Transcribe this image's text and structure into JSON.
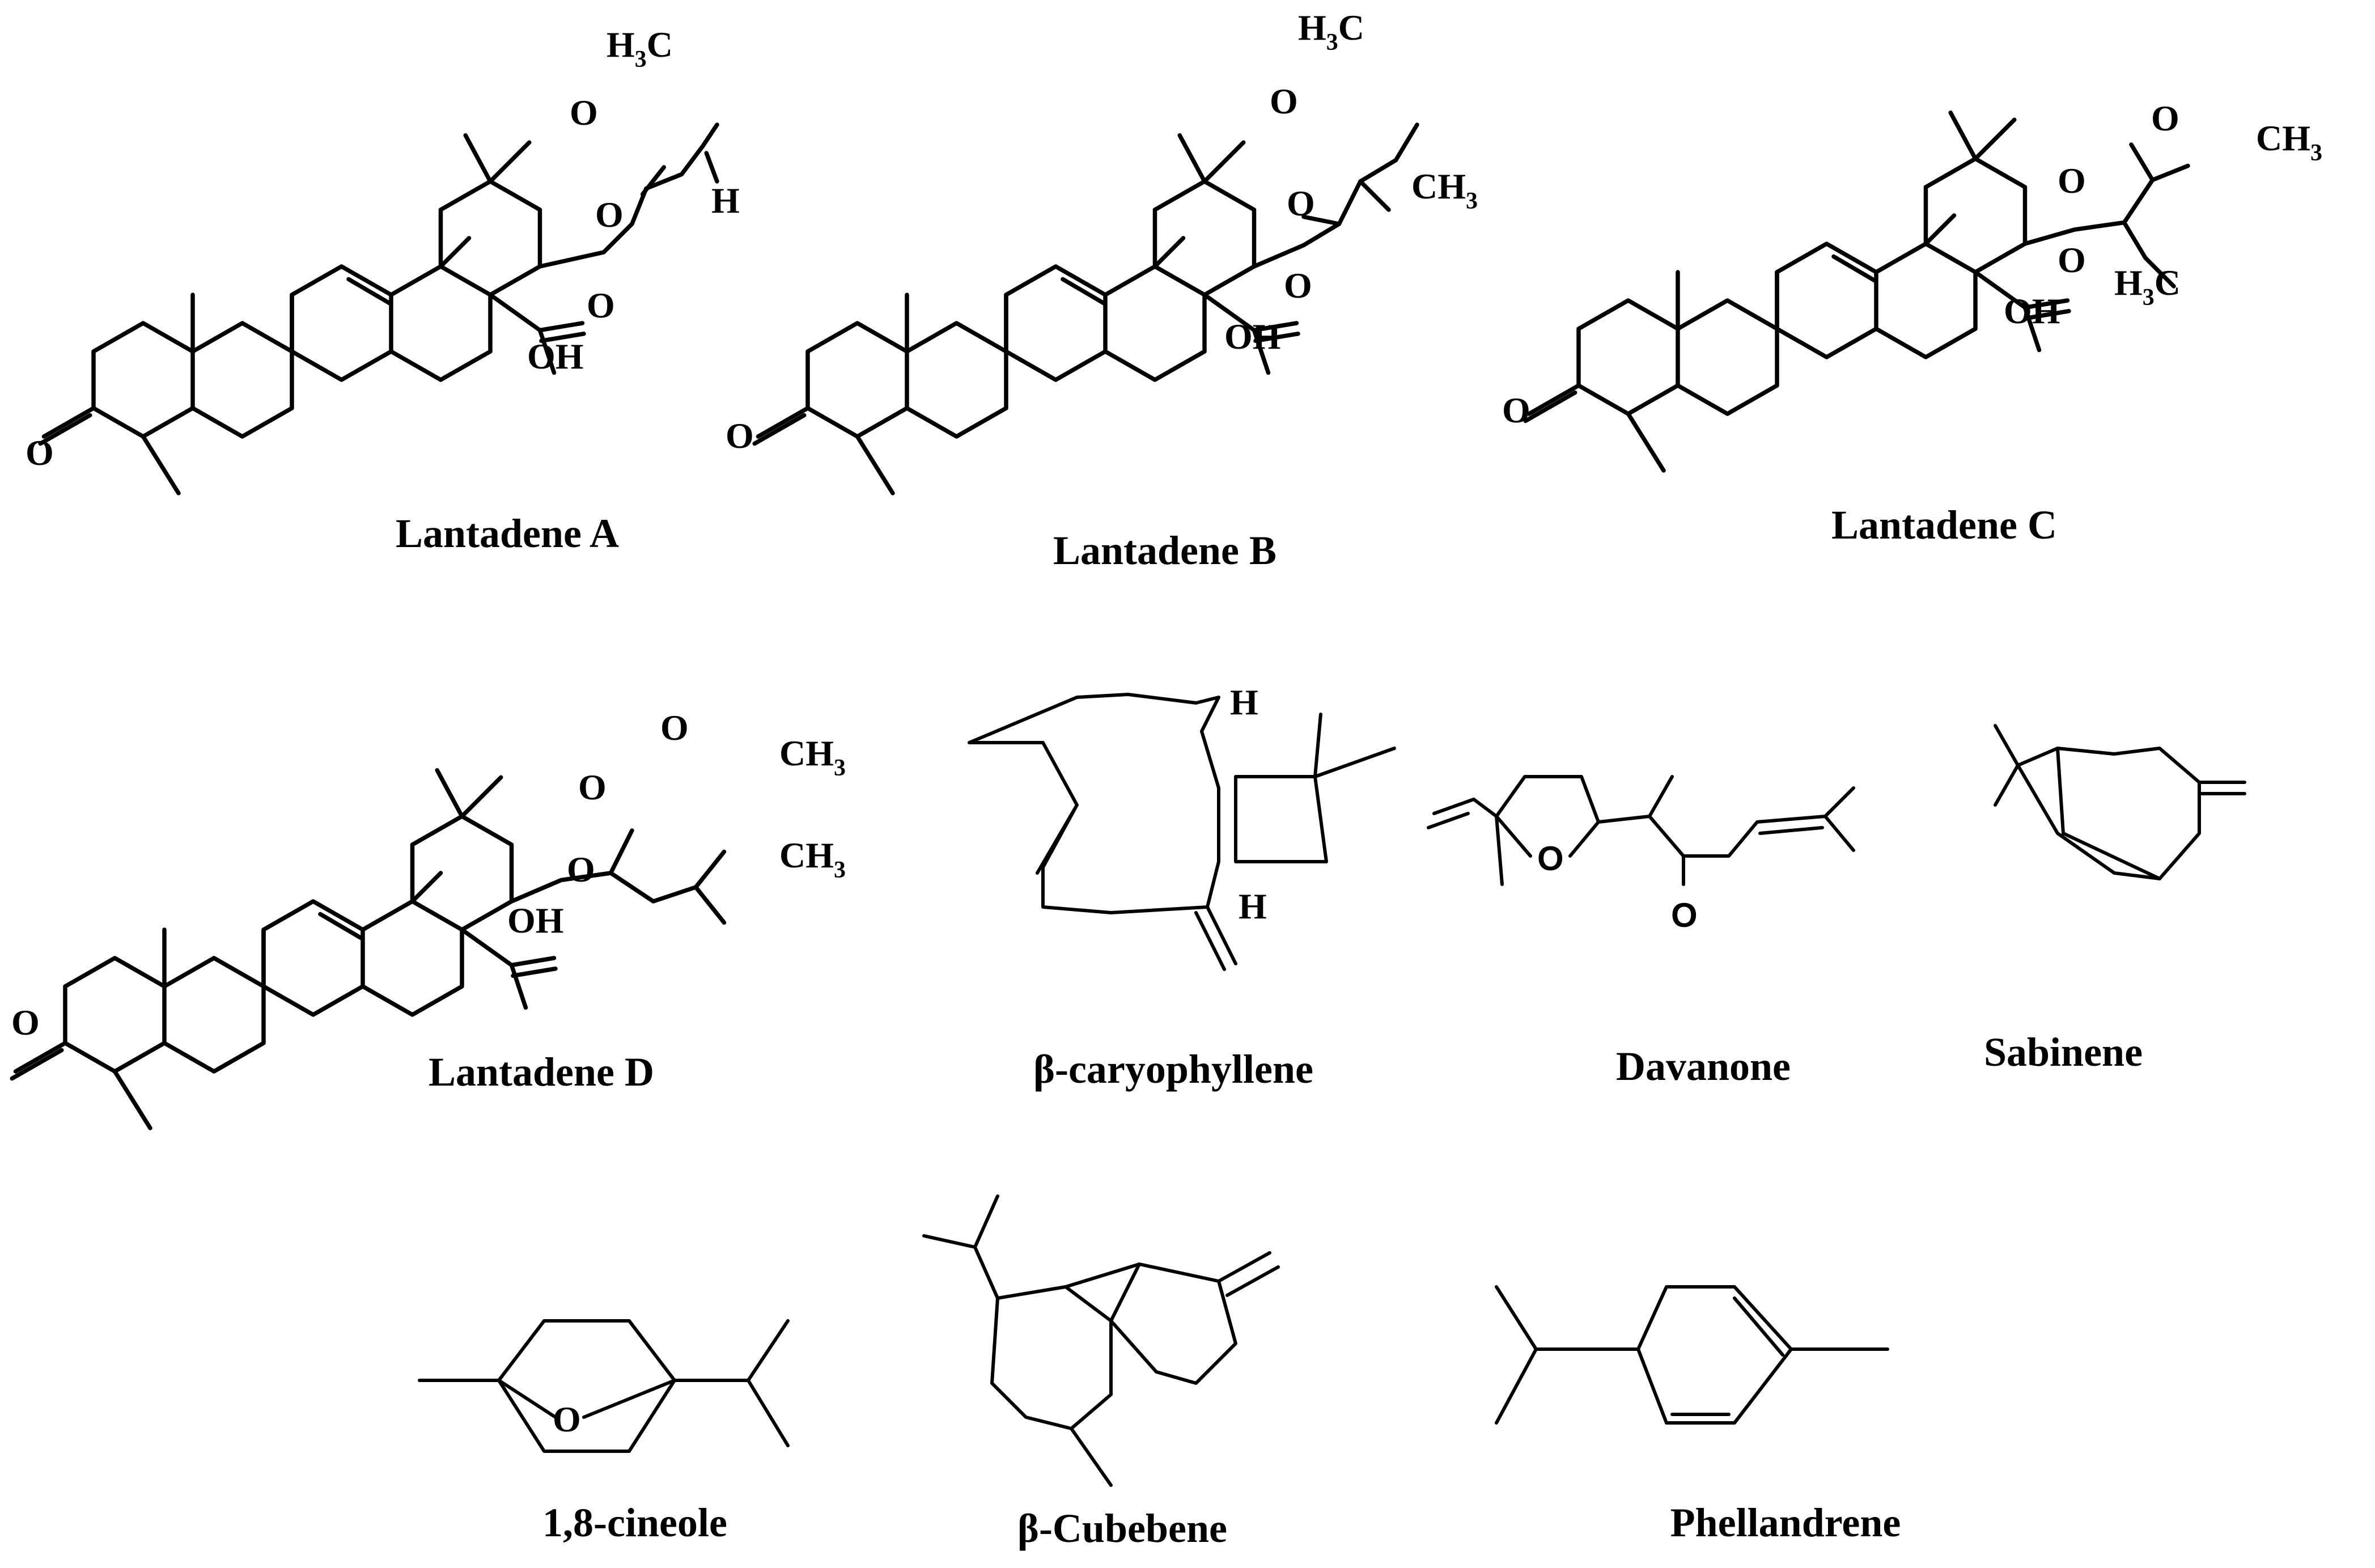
{
  "figure": {
    "compounds": [
      {
        "label": "Lantadene A"
      },
      {
        "label": "Lantadene B"
      },
      {
        "label": "Lantadene C"
      },
      {
        "label": "Lantadene D"
      },
      {
        "label": "β-caryophyllene"
      },
      {
        "label": "Davanone"
      },
      {
        "label": "Sabinene"
      },
      {
        "label": "1,8-cineole"
      },
      {
        "label": "β-Cubebene"
      },
      {
        "label": "Phellandrene"
      }
    ],
    "atoms": {
      "oxygen": "O",
      "hydroxyl": "OH",
      "hydrogen": "H",
      "carbon": "C",
      "hydrogen_3": "H",
      "methyl_c": "CH",
      "three": "3"
    }
  }
}
